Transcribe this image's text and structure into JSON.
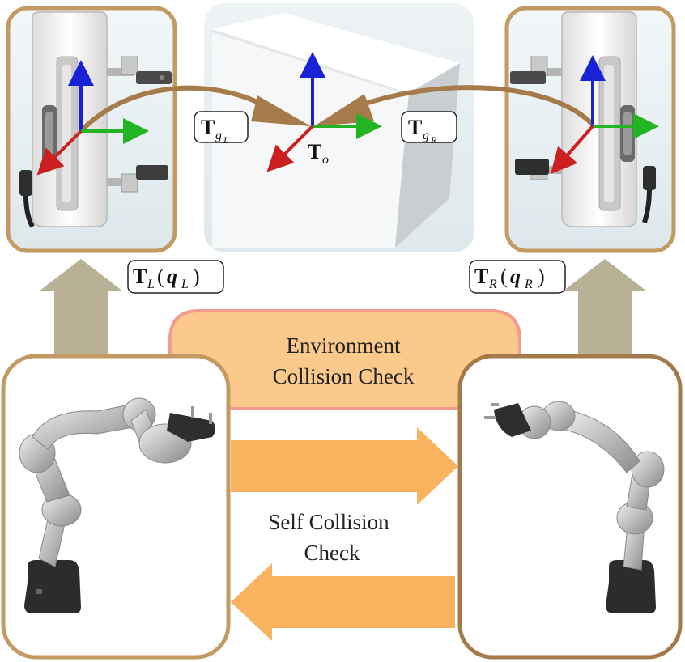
{
  "labels": {
    "env_check_line1": "Environment",
    "env_check_line2": "Collision Check",
    "self_check_line1": "Self Collision",
    "self_check_line2": "Check"
  },
  "math": {
    "T": "T",
    "g": "g",
    "L": "L",
    "R": "R",
    "o": "o",
    "q": "q",
    "open_paren": "(",
    "close_paren": ")"
  },
  "colors": {
    "frame_gold": "#c29a62",
    "frame_brown": "#a57a4b",
    "arc_brown": "#a67b49",
    "arrow_khaki": "#b8b196",
    "arrow_orange": "#f9b25e",
    "env_fill": "#fbc98c",
    "env_border": "#f39b8e",
    "axis_x": "#cc1f1f",
    "axis_y": "#22b422",
    "axis_z": "#1a22d6"
  }
}
